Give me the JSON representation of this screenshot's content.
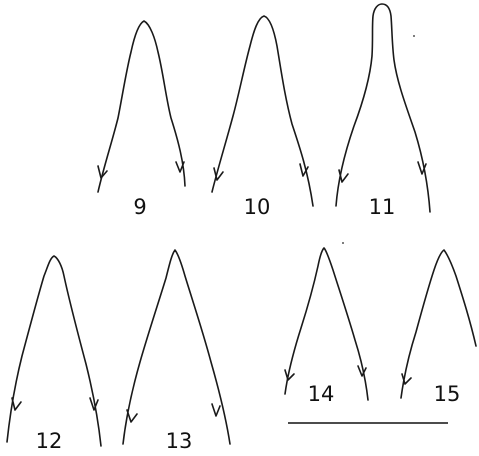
{
  "figures": [
    {
      "label": "9"
    },
    {
      "label": "10"
    },
    {
      "label": "11"
    },
    {
      "label": "12"
    },
    {
      "label": "13"
    },
    {
      "label": "14"
    },
    {
      "label": "15"
    }
  ],
  "colors": {
    "ink": "#111111",
    "background": "#ffffff"
  }
}
